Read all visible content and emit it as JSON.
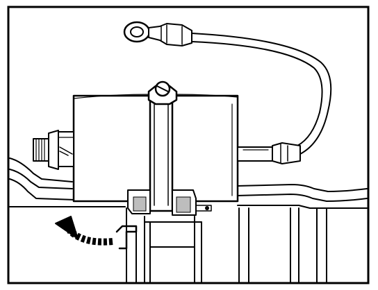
{
  "figure": {
    "description_visible_text": "",
    "colors": {
      "ink": "#000000",
      "paper": "#ffffff",
      "shade": "#bdbdbd"
    },
    "components": [
      {
        "name": "fuel-filter-canister",
        "icon": "cylinder"
      },
      {
        "name": "mounting-strap-clamp",
        "icon": "clamp-band"
      },
      {
        "name": "clamp-bolt",
        "icon": "bolt-head"
      },
      {
        "name": "inlet-threaded-fitting",
        "icon": "threaded-nipple"
      },
      {
        "name": "ground-wire-lead",
        "icon": "cable"
      },
      {
        "name": "ring-terminal",
        "icon": "ring-terminal"
      },
      {
        "name": "wire-connector",
        "icon": "spade-connector"
      },
      {
        "name": "mounting-bracket",
        "icon": "bracket"
      },
      {
        "name": "removal-direction-arrow",
        "icon": "curved-dashed-arrow"
      }
    ]
  }
}
